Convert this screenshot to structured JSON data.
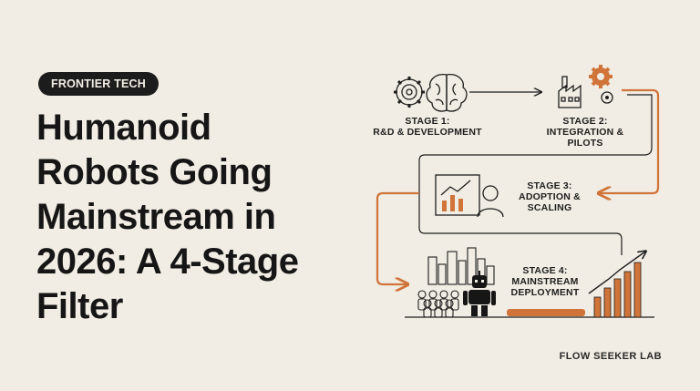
{
  "badge": "FRONTIER TECH",
  "title_lines": [
    "Humanoid",
    "Robots Going",
    "Mainstream in",
    "2026: A 4-Stage",
    "Filter"
  ],
  "stages": [
    {
      "line1": "STAGE 1:",
      "line2": "R&D & DEVELOPMENT",
      "line3": ""
    },
    {
      "line1": "STAGE 2:",
      "line2": "INTEGRATION &",
      "line3": "PILOTS"
    },
    {
      "line1": "STAGE 3:",
      "line2": "ADOPTION &",
      "line3": "SCALING"
    },
    {
      "line1": "STAGE 4:",
      "line2": "MAINSTREAM",
      "line3": "DEPLOYMENT"
    }
  ],
  "brand": "FLOW SEEKER LAB",
  "colors": {
    "background": "#f1ede4",
    "accent": "#d0743a",
    "ink": "#1b1b1b"
  },
  "icons": [
    "gear-icon",
    "brain-icon",
    "factory-icon",
    "small-gear-icon",
    "growth-board-icon",
    "person-icon",
    "city-skyline-icon",
    "crowd-icon",
    "robot-icon",
    "bar-growth-icon"
  ]
}
